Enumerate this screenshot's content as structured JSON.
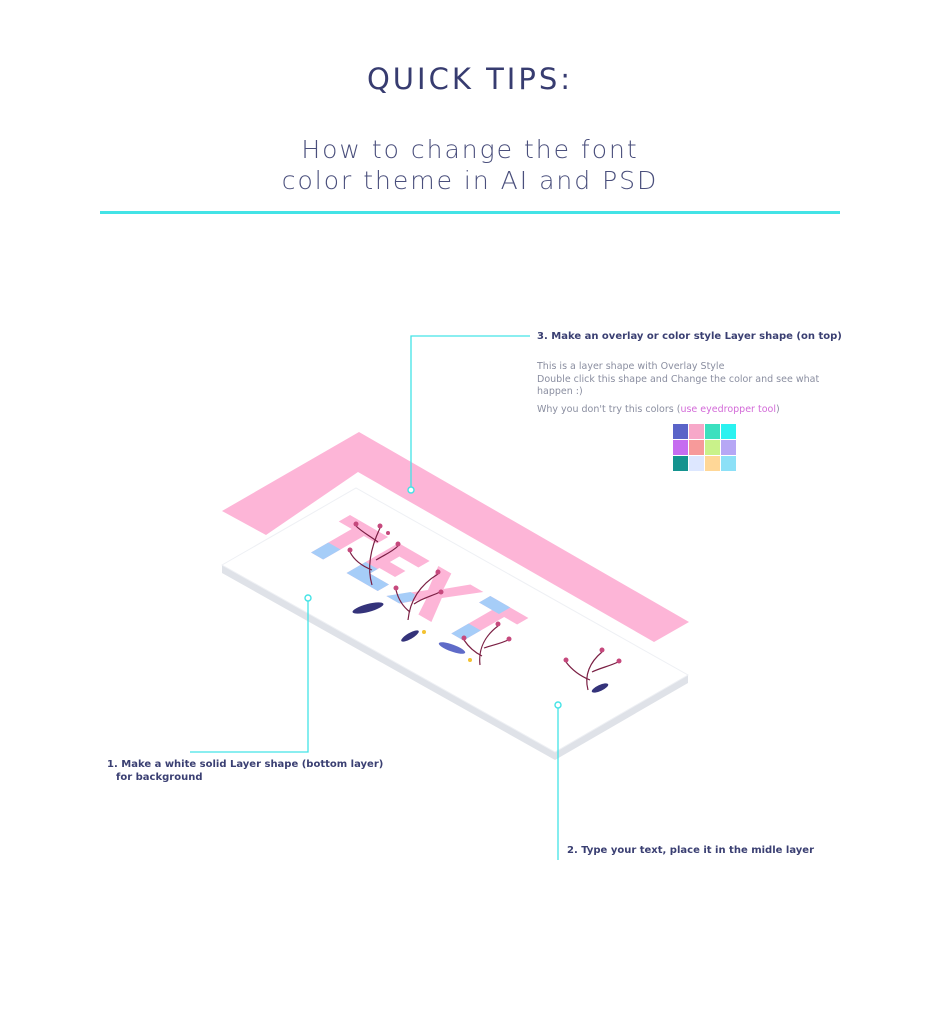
{
  "header": {
    "title": "QUICK TIPS:",
    "subtitle_line1": "How to change the font",
    "subtitle_line2": "color theme in AI and PSD"
  },
  "steps": {
    "step1_line1": "1. Make a white solid Layer shape (bottom layer)",
    "step1_line2": "for background",
    "step2": "2. Type your text, place it in the midle layer",
    "step3": "3. Make an overlay or color style Layer shape (on top)"
  },
  "notes": {
    "line1": "This is a layer shape with Overlay Style",
    "line2": "Double click this shape and Change the color and see what",
    "line3": "happen   :)",
    "line4_prefix": "Why you don't try this colors (",
    "line4_link": "use eyedropper tool",
    "line4_suffix": ")"
  },
  "illustration": {
    "letters": [
      "T",
      "E",
      "X",
      "T"
    ]
  },
  "colors": {
    "accent": "#43e3e6",
    "overlay_pink": "#fdb5d7",
    "text_blue": "#a6cdf8",
    "floral_dark": "#7a1f43",
    "heading": "#373c70"
  },
  "palette": [
    "#5a64c8",
    "#f7a8c9",
    "#3be0bf",
    "#2bf2f0",
    "#c66cf0",
    "#f79a9a",
    "#c9f28a",
    "#b6a7f5",
    "#14938f",
    "#dde7ff",
    "#ffd797",
    "#8ce0f7"
  ]
}
